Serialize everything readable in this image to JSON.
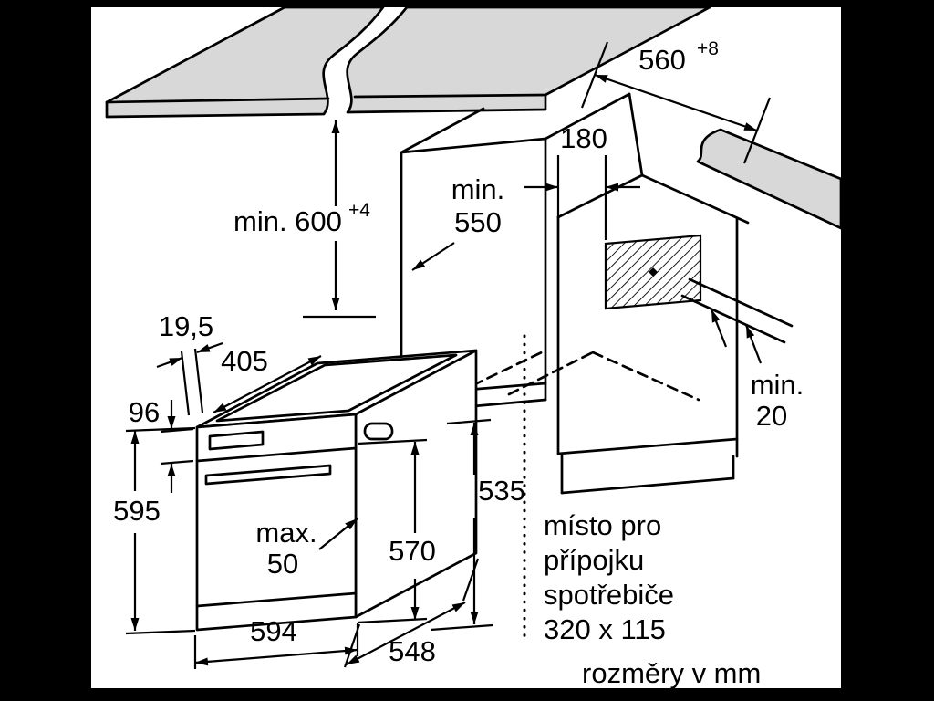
{
  "window": {
    "bg": "#000000",
    "paper_bg": "#ffffff"
  },
  "diagram": {
    "colors": {
      "line": "#000000",
      "counter_fill": "#d8d8d8",
      "paper": "#ffffff"
    },
    "dims": {
      "niche_width": {
        "value": "560",
        "sup": "+8"
      },
      "height_under_counter": {
        "value": "min. 600",
        "sup": "+4"
      },
      "niche_depth": {
        "l1": "min.",
        "l2": "550"
      },
      "conn_offset": "180",
      "rear_gap": {
        "l1": "min.",
        "l2": "20"
      },
      "top_inset": "19,5",
      "top_width": "405",
      "panel_height": "96",
      "oven_height": "595",
      "handle_clear": {
        "l1": "max.",
        "l2": "50"
      },
      "oven_width": "594",
      "door_height": "570",
      "body_height": "535",
      "oven_depth": "548"
    },
    "note": {
      "l1": "místo pro",
      "l2": "přípojku",
      "l3": "spotřebiče",
      "l4": "320 x 115"
    },
    "footer": "rozměry v mm"
  }
}
